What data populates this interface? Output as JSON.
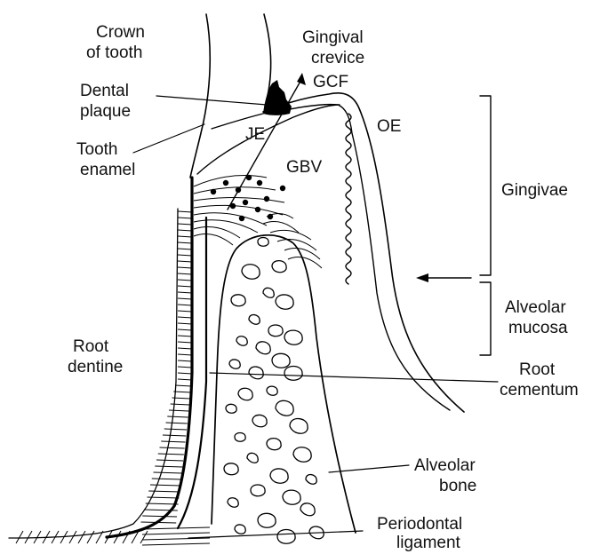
{
  "diagram": {
    "colors": {
      "ink": "#000000",
      "label": "#111111",
      "background": "#ffffff"
    },
    "labels": {
      "crown_of_tooth": [
        "Crown",
        "of tooth"
      ],
      "gingival_crevice": [
        "Gingival",
        "crevice"
      ],
      "gcf": "GCF",
      "dental_plaque": [
        "Dental",
        "plaque"
      ],
      "je": "JE",
      "oe": "OE",
      "tooth_enamel": [
        "Tooth",
        "enamel"
      ],
      "gbv": "GBV",
      "gingivae": "Gingivae",
      "alveolar_mucosa": [
        "Alveolar",
        "mucosa"
      ],
      "root_dentine": [
        "Root",
        "dentine"
      ],
      "root_cementum": [
        "Root",
        "cementum"
      ],
      "alveolar_bone": [
        "Alveolar",
        "bone"
      ],
      "periodontal_ligament": [
        "Periodontal",
        "ligament"
      ]
    }
  }
}
